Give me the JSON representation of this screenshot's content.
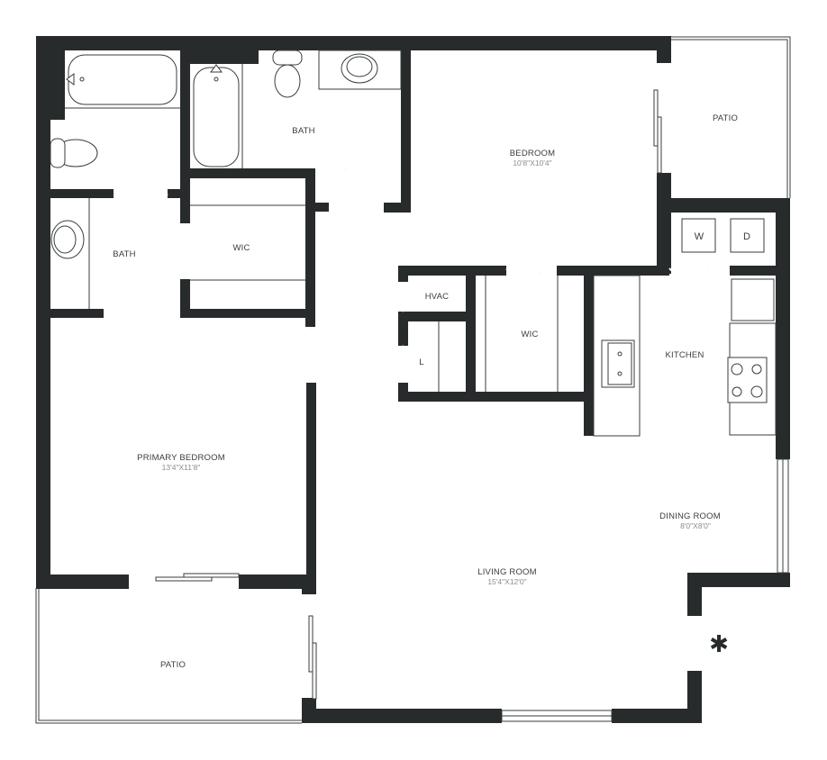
{
  "floorplan": {
    "rooms": {
      "bath_left": {
        "label": "BATH"
      },
      "bath_top": {
        "label": "BATH"
      },
      "wic_left": {
        "label": "WIC"
      },
      "bedroom": {
        "label": "BEDROOM",
        "dimensions": "10'8\"X10'4\""
      },
      "patio_top": {
        "label": "PATIO"
      },
      "hvac": {
        "label": "HVAC"
      },
      "linen": {
        "label": "L"
      },
      "wic_center": {
        "label": "WIC"
      },
      "kitchen": {
        "label": "KITCHEN"
      },
      "primary_bedroom": {
        "label": "PRIMARY BEDROOM",
        "dimensions": "13'4\"X11'8\""
      },
      "dining_room": {
        "label": "DINING ROOM",
        "dimensions": "8'0\"X8'0\""
      },
      "living_room": {
        "label": "LIVING ROOM",
        "dimensions": "15'4\"X12'0\""
      },
      "patio_bottom": {
        "label": "PATIO"
      }
    },
    "appliances": {
      "washer": "W",
      "dryer": "D"
    },
    "entry_marker": "✱",
    "colors": {
      "wall": "#282b2b",
      "line": "#3a3d3d",
      "dimension_text": "#8a8d8d",
      "background": "#ffffff"
    }
  }
}
